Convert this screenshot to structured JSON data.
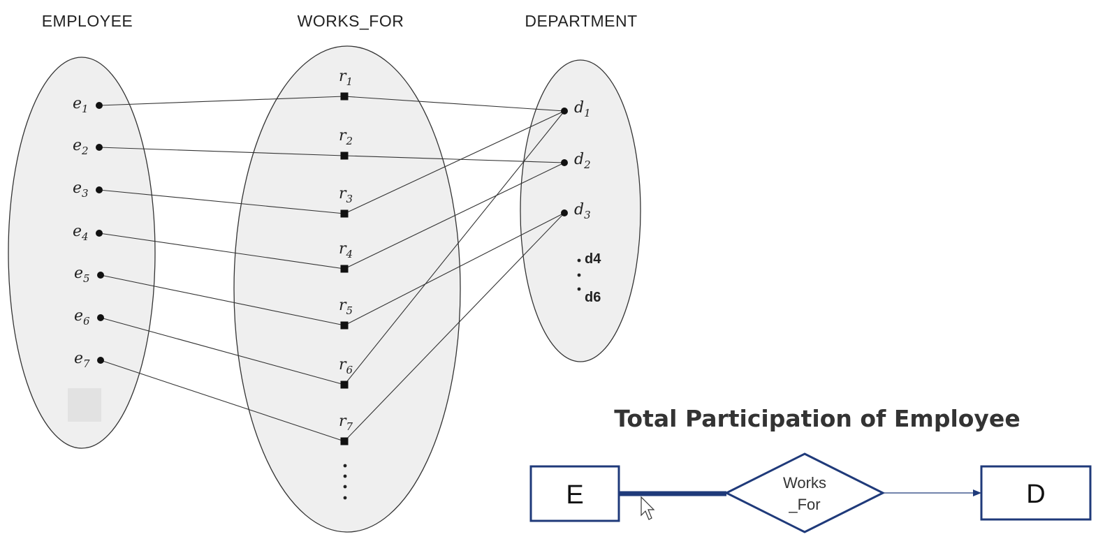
{
  "sets": {
    "employee_title": "EMPLOYEE",
    "works_for_title": "WORKS_FOR",
    "department_title": "DEPARTMENT"
  },
  "employees": [
    "e1",
    "e2",
    "e3",
    "e4",
    "e5",
    "e6",
    "e7"
  ],
  "relationships": [
    "r1",
    "r2",
    "r3",
    "r4",
    "r5",
    "r6",
    "r7"
  ],
  "departments": [
    "d1",
    "d2",
    "d3"
  ],
  "department_extras": {
    "d4": "d4",
    "d6": "d6"
  },
  "links": [
    {
      "r": "r1",
      "e": "e1",
      "d": "d1"
    },
    {
      "r": "r2",
      "e": "e2",
      "d": "d2"
    },
    {
      "r": "r3",
      "e": "e3",
      "d": "d1"
    },
    {
      "r": "r4",
      "e": "e4",
      "d": "d2"
    },
    {
      "r": "r5",
      "e": "e5",
      "d": "d3"
    },
    {
      "r": "r6",
      "e": "e6",
      "d": "d1"
    },
    {
      "r": "r7",
      "e": "e7",
      "d": "d3"
    }
  ],
  "er": {
    "heading": "Total Participation of Employee",
    "entity_left": "E",
    "relationship_line1": "Works",
    "relationship_line2": "_For",
    "entity_right": "D",
    "color": "#1f3a7a"
  }
}
